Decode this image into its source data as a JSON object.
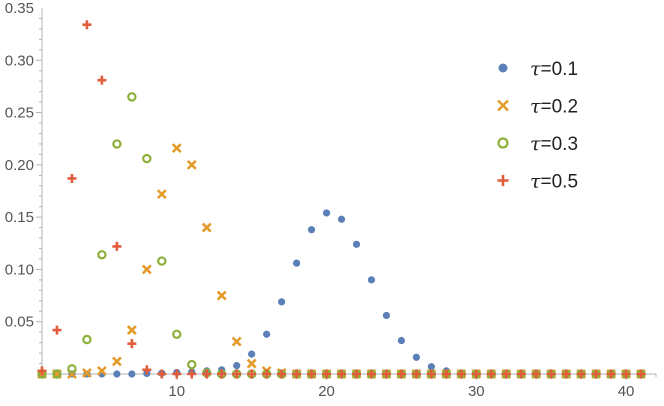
{
  "chart_data": {
    "type": "scatter",
    "title": "",
    "xlabel": "",
    "ylabel": "",
    "xlim": [
      1,
      42
    ],
    "ylim": [
      0,
      0.35
    ],
    "x_ticks": [
      10,
      20,
      30,
      40
    ],
    "y_ticks": [
      0.05,
      0.1,
      0.15,
      0.2,
      0.25,
      0.3,
      0.35
    ],
    "x_tick_labels": [
      "10",
      "20",
      "30",
      "40"
    ],
    "y_tick_labels": [
      "0.05",
      "0.10",
      "0.15",
      "0.20",
      "0.25",
      "0.30",
      "0.35"
    ],
    "grid": false,
    "legend_position": "right",
    "series": [
      {
        "name": "τ=0.1",
        "legend_prefix": "τ",
        "legend_suffix": "=0.1",
        "marker": "filled-circle",
        "color": "#5b7fb7",
        "x": [
          1,
          2,
          3,
          4,
          5,
          6,
          7,
          8,
          9,
          10,
          11,
          12,
          13,
          14,
          15,
          16,
          17,
          18,
          19,
          20,
          21,
          22,
          23,
          24,
          25,
          26,
          27,
          28,
          29,
          30,
          31,
          32,
          33,
          34,
          35,
          36,
          37,
          38,
          39,
          40,
          41
        ],
        "y": [
          0,
          0,
          0,
          0,
          0,
          0,
          0,
          0.0005,
          0.0008,
          0.0015,
          0.002,
          0.003,
          0.004,
          0.008,
          0.019,
          0.038,
          0.069,
          0.106,
          0.138,
          0.154,
          0.148,
          0.124,
          0.09,
          0.056,
          0.032,
          0.016,
          0.007,
          0.003,
          0.001,
          0,
          0,
          0,
          0,
          0,
          0,
          0,
          0,
          0,
          0,
          0,
          0
        ]
      },
      {
        "name": "τ=0.2",
        "legend_prefix": "τ",
        "legend_suffix": "=0.2",
        "marker": "cross",
        "color": "#e39b2a",
        "x": [
          1,
          2,
          3,
          4,
          5,
          6,
          7,
          8,
          9,
          10,
          11,
          12,
          13,
          14,
          15,
          16,
          17,
          18,
          19,
          20,
          21,
          22,
          23,
          24,
          25,
          26,
          27,
          28,
          29,
          30,
          31,
          32,
          33,
          34,
          35,
          36,
          37,
          38,
          39,
          40,
          41
        ],
        "y": [
          0,
          0,
          0,
          0.001,
          0.003,
          0.012,
          0.042,
          0.1,
          0.172,
          0.216,
          0.2,
          0.14,
          0.075,
          0.031,
          0.01,
          0.003,
          0.001,
          0,
          0,
          0,
          0,
          0,
          0,
          0,
          0,
          0,
          0,
          0,
          0,
          0,
          0,
          0,
          0,
          0,
          0,
          0,
          0,
          0,
          0,
          0,
          0
        ]
      },
      {
        "name": "τ=0.3",
        "legend_prefix": "τ",
        "legend_suffix": "=0.3",
        "marker": "open-circle",
        "color": "#8db03b",
        "x": [
          1,
          2,
          3,
          4,
          5,
          6,
          7,
          8,
          9,
          10,
          11,
          12,
          13,
          14,
          15,
          16,
          17,
          18,
          19,
          20,
          21,
          22,
          23,
          24,
          25,
          26,
          27,
          28,
          29,
          30,
          31,
          32,
          33,
          34,
          35,
          36,
          37,
          38,
          39,
          40,
          41
        ],
        "y": [
          0,
          0,
          0.005,
          0.033,
          0.114,
          0.22,
          0.265,
          0.206,
          0.108,
          0.038,
          0.009,
          0.001,
          0,
          0,
          0,
          0,
          0,
          0,
          0,
          0,
          0,
          0,
          0,
          0,
          0,
          0,
          0,
          0,
          0,
          0,
          0,
          0,
          0,
          0,
          0,
          0,
          0,
          0,
          0,
          0,
          0
        ]
      },
      {
        "name": "τ=0.5",
        "legend_prefix": "τ",
        "legend_suffix": "=0.5",
        "marker": "plus",
        "color": "#e05c3a",
        "x": [
          1,
          2,
          3,
          4,
          5,
          6,
          7,
          8,
          9,
          10,
          11,
          12,
          13,
          14,
          15,
          16,
          17,
          18,
          19,
          20,
          21,
          22,
          23,
          24,
          25,
          26,
          27,
          28,
          29,
          30,
          31,
          32,
          33,
          34,
          35,
          36,
          37,
          38,
          39,
          40,
          41
        ],
        "y": [
          0.003,
          0.042,
          0.187,
          0.334,
          0.281,
          0.122,
          0.029,
          0.004,
          0,
          0,
          0,
          0,
          0,
          0,
          0,
          0,
          0,
          0,
          0,
          0,
          0,
          0,
          0,
          0,
          0,
          0,
          0,
          0,
          0,
          0,
          0,
          0,
          0,
          0,
          0,
          0,
          0,
          0,
          0,
          0,
          0
        ]
      }
    ]
  }
}
